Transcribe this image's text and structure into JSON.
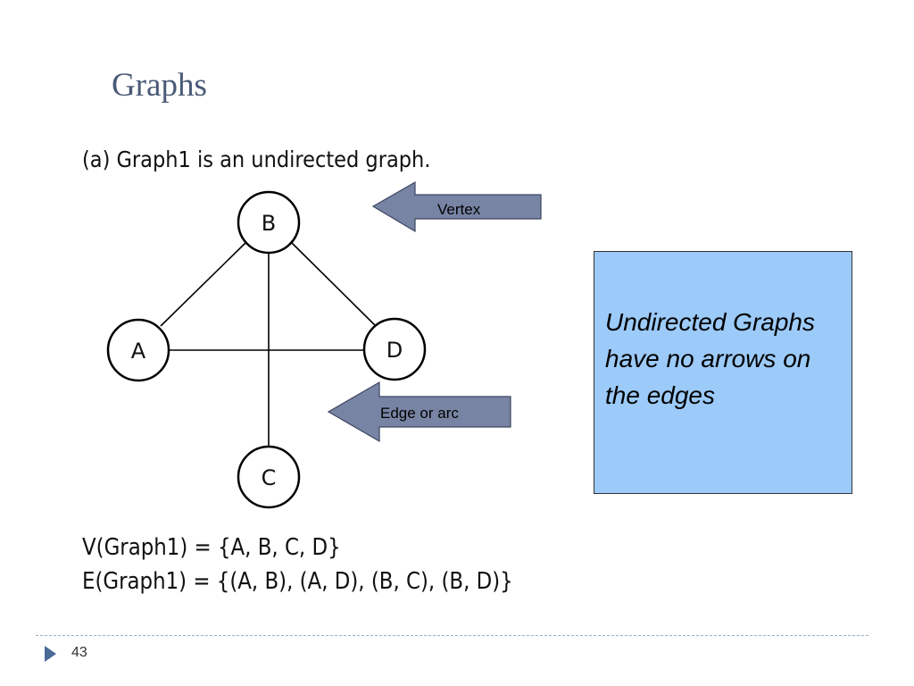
{
  "slide": {
    "title": "Graphs",
    "caption": "(a) Graph1 is an undirected graph.",
    "page_number": "43"
  },
  "graph": {
    "nodes": [
      "B",
      "A",
      "D",
      "C"
    ],
    "edges": [
      [
        "A",
        "B"
      ],
      [
        "A",
        "D"
      ],
      [
        "B",
        "C"
      ],
      [
        "B",
        "D"
      ]
    ]
  },
  "callouts": {
    "vertex": "Vertex",
    "edge": "Edge or arc"
  },
  "note": {
    "text": "Undirected Graphs have no arrows on the edges"
  },
  "sets": {
    "vertices": "V(Graph1) = {A, B, C, D}",
    "edges": "E(Graph1) = {(A, B), (A, D), (B, C), (B, D)}"
  },
  "colors": {
    "title": "#4a5a76",
    "arrow_fill": "#7784a4",
    "note_fill": "#9ccaf9",
    "footer_accent": "#4a6a96"
  }
}
